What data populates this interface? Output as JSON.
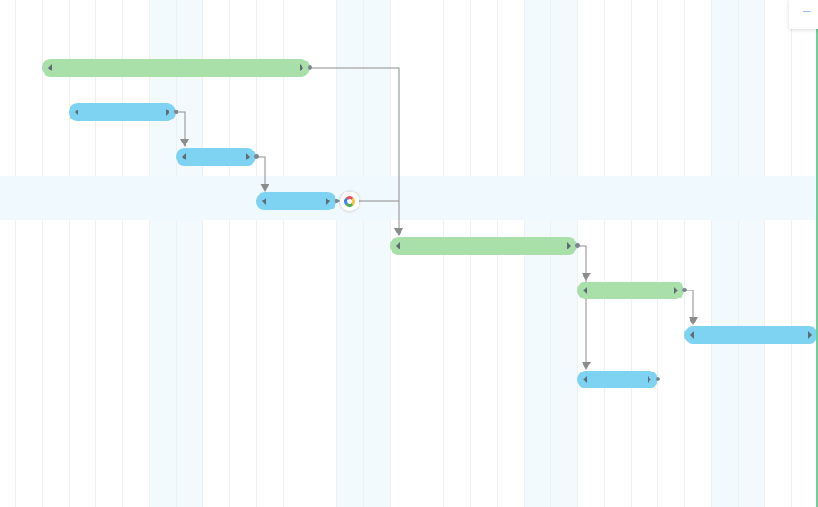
{
  "colors": {
    "task_green": "#a9dfa9",
    "task_blue": "#7fd3f2",
    "link_line": "#8c8c8c",
    "weekend": "#f3fafd",
    "grid": "#eef0f2",
    "row_highlight": "#f0f9fd"
  },
  "icons": {
    "zoom_out_glyph": "–",
    "link_tool": "color-ring-icon"
  },
  "gantt": {
    "highlighted_row": 3,
    "tasks": [
      {
        "id": "t1",
        "row": 0,
        "start": 3,
        "span": 10,
        "color": "green"
      },
      {
        "id": "t2",
        "row": 1,
        "start": 4,
        "span": 4,
        "color": "blue"
      },
      {
        "id": "t3",
        "row": 2,
        "start": 8,
        "span": 3,
        "color": "blue"
      },
      {
        "id": "t4",
        "row": 3,
        "start": 11,
        "span": 3,
        "color": "blue"
      },
      {
        "id": "t5",
        "row": 4,
        "start": 16,
        "span": 7,
        "color": "green"
      },
      {
        "id": "t6",
        "row": 5,
        "start": 23,
        "span": 4,
        "color": "green"
      },
      {
        "id": "t7",
        "row": 6,
        "start": 27,
        "span": 5,
        "color": "blue"
      },
      {
        "id": "t8",
        "row": 7,
        "start": 23,
        "span": 3,
        "color": "blue"
      }
    ],
    "links": [
      {
        "from": "t1",
        "to": "t5"
      },
      {
        "from": "t2",
        "to": "t3"
      },
      {
        "from": "t3",
        "to": "t4"
      },
      {
        "from": "t4",
        "to": "t5"
      },
      {
        "from": "t5",
        "to": "t6"
      },
      {
        "from": "t5",
        "to": "t8"
      },
      {
        "from": "t6",
        "to": "t7"
      }
    ]
  }
}
